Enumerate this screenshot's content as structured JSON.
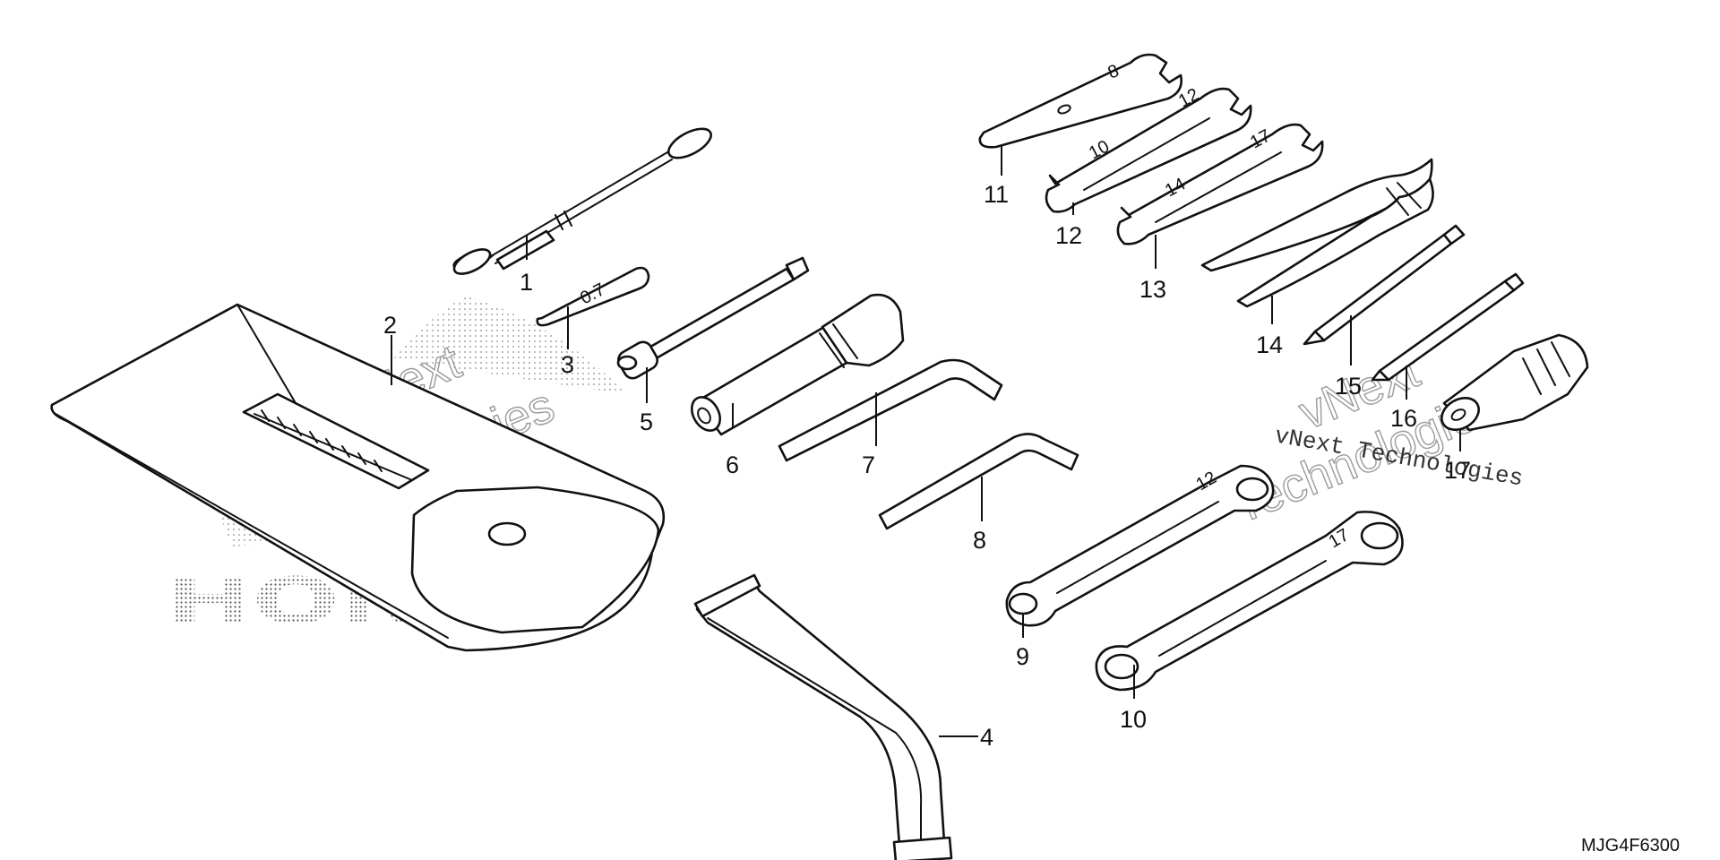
{
  "diagram": {
    "code": "MJG4F6300",
    "callouts": [
      "1",
      "2",
      "3",
      "4",
      "5",
      "6",
      "7",
      "8",
      "9",
      "10",
      "11",
      "12",
      "13",
      "14",
      "15",
      "16",
      "17"
    ],
    "tool_marks": {
      "tag_3": "0.7",
      "wrench_11": "8",
      "wrench_12_a": "10",
      "wrench_12_b": "12",
      "wrench_13_a": "14",
      "wrench_13_b": "17",
      "ring_9": "12",
      "ring_10": "17"
    }
  },
  "watermark": {
    "brand": "vNext",
    "company_line": "vNext Technologies",
    "outline_word": "Technologies",
    "logo": "HONDA"
  }
}
